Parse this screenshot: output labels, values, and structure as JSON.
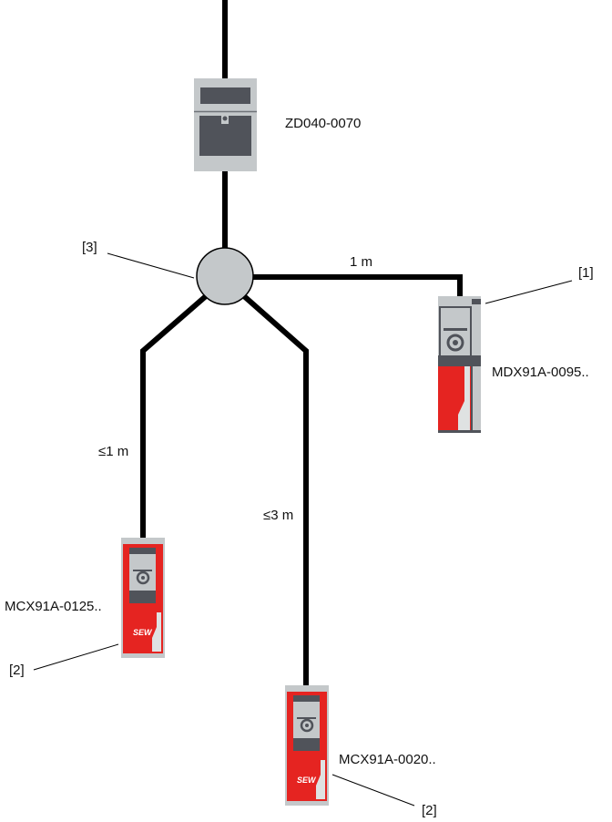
{
  "devices": {
    "zd": {
      "label": "ZD040-0070"
    },
    "mdx": {
      "label": "MDX91A-0095..",
      "callout": "[1]"
    },
    "mcx1": {
      "label": "MCX91A-0125..",
      "callout": "[2]",
      "logo": "SEW"
    },
    "mcx2": {
      "label": "MCX91A-0020..",
      "callout": "[2]",
      "logo": "SEW"
    }
  },
  "hub": {
    "callout": "[3]"
  },
  "cables": {
    "to_mdx": "1 m",
    "to_mcx1": "≤1 m",
    "to_mcx2": "≤3 m"
  },
  "colors": {
    "red": "#e52421",
    "gray": "#c4c8ca",
    "dark": "#50535a",
    "cable": "#000000"
  }
}
